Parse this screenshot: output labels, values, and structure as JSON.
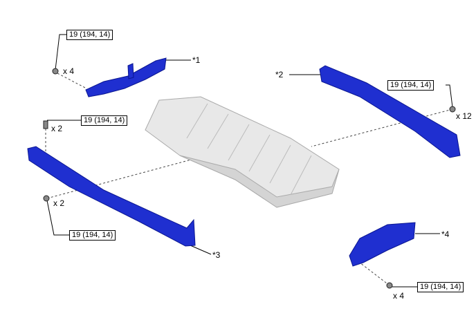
{
  "torque_specs": [
    {
      "id": "t1",
      "label": "19 (194, 14)"
    },
    {
      "id": "t2",
      "label": "19 (194, 14)"
    },
    {
      "id": "t3",
      "label": "19 (194, 14)"
    },
    {
      "id": "t4",
      "label": "19 (194, 14)"
    },
    {
      "id": "t5",
      "label": "19 (194, 14)"
    }
  ],
  "quantities": [
    "x 4",
    "x 2",
    "x 12",
    "x 2",
    "x 4"
  ],
  "callouts": [
    "*1",
    "*2",
    "*3",
    "*4"
  ],
  "colors": {
    "part": "#1f2fd0",
    "battery": "#e6e6e6"
  }
}
